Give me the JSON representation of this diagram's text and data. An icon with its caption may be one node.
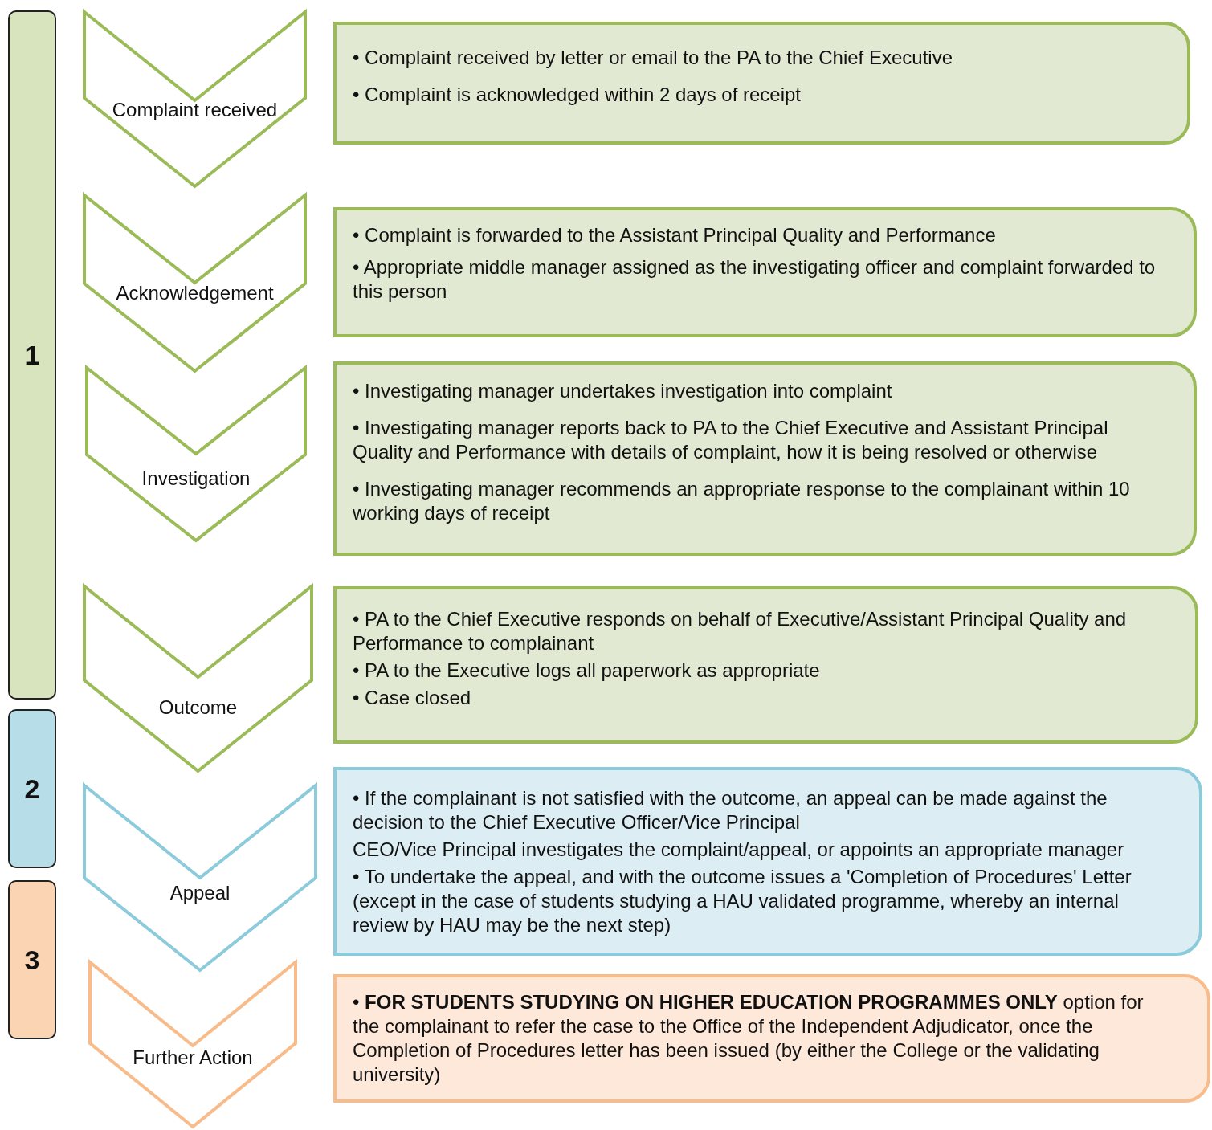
{
  "diagram": {
    "nodes": [
      {
        "text": [
          "1"
        ]
      },
      {
        "text": [
          "2"
        ]
      },
      {
        "text": [
          "3"
        ]
      },
      {
        "text": [
          "Complaint received"
        ]
      },
      {
        "text": [
          "Acknowledgement"
        ]
      },
      {
        "text": [
          "Investigation"
        ]
      },
      {
        "text": [
          "Outcome"
        ]
      },
      {
        "text": [
          "Appeal"
        ]
      },
      {
        "text": [
          "Further Action"
        ]
      },
      {
        "text": [
          "• Complaint received by letter or email to the PA to the Chief Executive",
          "• Complaint is acknowledged within 2 days of receipt"
        ]
      },
      {
        "text": [
          "• Complaint is forwarded to the Assistant Principal Quality and Performance",
          "• Appropriate middle manager assigned as the investigating officer and complaint forwarded to this person"
        ]
      },
      {
        "text": [
          "• Investigating manager undertakes investigation into complaint",
          "• Investigating manager reports back to PA to the Chief Executive and Assistant Principal Quality and Performance with details of complaint, how it is being resolved or otherwise",
          "• Investigating manager recommends an appropriate response to the complainant within 10 working days of receipt"
        ]
      },
      {
        "text": [
          "• PA to the Chief Executive responds on behalf of Executive/Assistant Principal Quality and Performance to complainant",
          "• PA to the Executive logs all paperwork as appropriate",
          "• Case closed"
        ]
      },
      {
        "text": [
          "• If the complainant is not satisfied with the outcome, an appeal can be made against the decision to the Chief Executive Officer/Vice Principal",
          "CEO/Vice Principal investigates the complaint/appeal, or appoints an appropriate manager",
          "• To undertake the appeal, and with the outcome issues a 'Completion of Procedures' Letter (except in the case of students studying a HAU validated programme, whereby an internal review by HAU may be the next step)"
        ]
      },
      {
        "text": [
          "• **FOR STUDENTS STUDYING ON HIGHER EDUCATION PROGRAMMES ONLY** option for the complainant to refer the case to the Office of the Independent Adjudicator, once the Completion of Procedures letter has been issued (by either the College or the validating university)"
        ]
      }
    ]
  }
}
